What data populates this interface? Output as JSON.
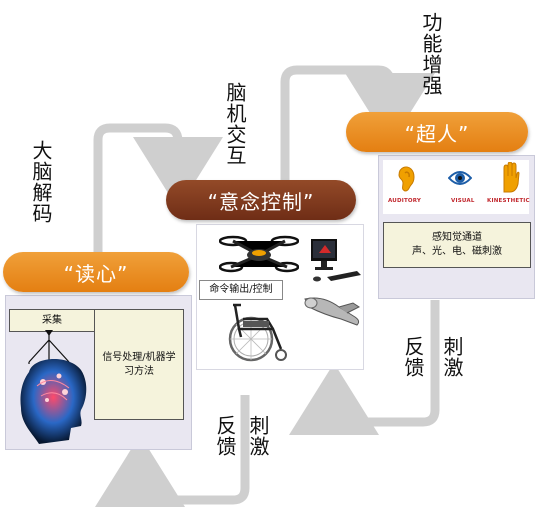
{
  "colors": {
    "orange": "#e8891c",
    "brown": "#7b3519",
    "panel_bg": "#e9e7f1",
    "note_bg": "#f5f3dc",
    "arrow": "#cfcfcf"
  },
  "stages": [
    {
      "label": "“读心”",
      "side_label": "大脑解码"
    },
    {
      "label": "“意念控制”",
      "side_label": "脑机交互"
    },
    {
      "label": "“超人”",
      "side_label": "功能增强"
    }
  ],
  "feedback": {
    "left": "反馈",
    "right": "刺激"
  },
  "mind_reading": {
    "collect": "采集",
    "process": "信号处理/机器学习方法"
  },
  "control": {
    "output": "命令输出/控制",
    "devices": [
      "drone",
      "monitor",
      "wheelchair",
      "prosthetic"
    ]
  },
  "superhuman": {
    "senses": [
      {
        "name": "AUDITORY",
        "icon": "ear-icon"
      },
      {
        "name": "VISUAL",
        "icon": "eye-icon"
      },
      {
        "name": "KINESTHETIC",
        "icon": "hand-icon"
      }
    ],
    "perception_line1": "感知觉通道",
    "perception_line2": "声、光、电、磁刺激"
  }
}
